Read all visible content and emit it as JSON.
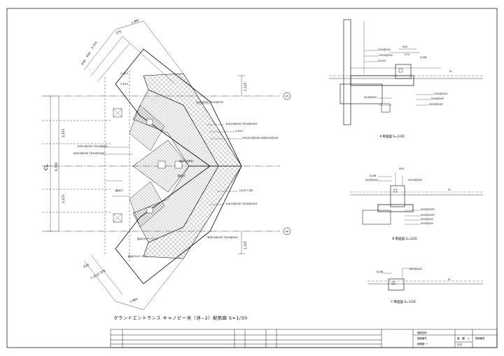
{
  "plan": {
    "title": "グランドエントランス キャノピー池（池−2）配筋図 S=1/30",
    "centerline": "CL",
    "dims": {
      "top_1965": "1,965",
      "top_375": "375",
      "top_1375": "1,375",
      "top_920": "920",
      "top_630": "630",
      "right_1125_top": "1,125",
      "right_1125_bot": "1,125",
      "left_3375_a": "3,375",
      "left_6750": "6,750",
      "left_3375_b": "3,375",
      "bot_630": "630",
      "bot_1375a": "1,375",
      "bot_1375b": "1,375",
      "bot_1965": "1,965"
    },
    "labels": {
      "l01": "D10@200 TD10@200",
      "l02": "2-D13",
      "l03": "D10@200 TD10@200",
      "l04": "10D10@200 TD10@200T",
      "l05": "2-D13",
      "l06": "10D10@200 TD10@200",
      "l07": "14D10@200 TD10@200T",
      "l08": "HOLD10@200 W@D10@200",
      "l09": "J-D13 T-D6",
      "l10": "10D10@200 TD10@200T",
      "l11": "10D10@200 TD10@200",
      "l12": "溢水口(排水)",
      "l13": "給水口",
      "l14": "溢水口(オーバー)",
      "l15": "給水口(オーバー)",
      "l16": "溢水口(排水)"
    },
    "grid_marks": [
      "4Y",
      "4X"
    ]
  },
  "sections": {
    "a_caption": "A 断面図 S=1/20",
    "b_caption": "B 断面図 S=1/20",
    "c_caption": "C 断面図 S=1/20",
    "a_labels": [
      "D10@200",
      "+D10@200",
      "D-D13",
      "D10@200",
      "D10@200",
      "D10@200T",
      "D13@200",
      "D-D6",
      "FL",
      "500",
      "270"
    ],
    "b_labels": [
      "D-D6",
      "D10@200",
      "+D10@200",
      "D10@200T",
      "D10@200T",
      "D10@200",
      "D13@200",
      "FL",
      "500"
    ],
    "c_labels": [
      "D10@200",
      "D-D6",
      "FL"
    ]
  },
  "title_block": {
    "drawing_name_label": "図面名称",
    "drawing_name": "図面番号",
    "sheet_no": "設備図−7",
    "scale_label": "縮　尺",
    "scale_value": "記　入",
    "date_label": "日付",
    "drawing_no_label": "図面番号"
  }
}
